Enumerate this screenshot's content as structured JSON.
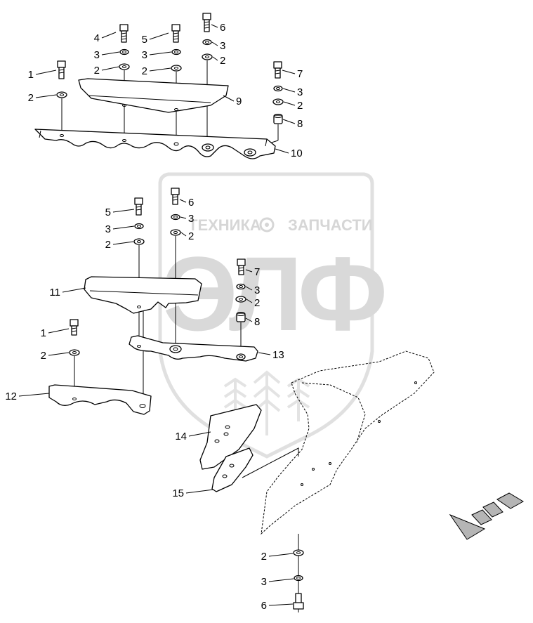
{
  "watermark": {
    "left_word": "ТЕХНИКА",
    "right_word": "ЗАПЧАСТИ",
    "logo": "ЭЛФ"
  },
  "callouts": {
    "top": [
      "4",
      "3",
      "2",
      "5",
      "3",
      "2",
      "6",
      "3",
      "2",
      "1",
      "2",
      "9",
      "7",
      "3",
      "2",
      "8",
      "10"
    ],
    "middle": [
      "6",
      "3",
      "2",
      "5",
      "3",
      "2",
      "7",
      "3",
      "2",
      "8",
      "11",
      "1",
      "2",
      "13",
      "12"
    ],
    "bottom": [
      "14",
      "15",
      "2",
      "3",
      "6"
    ]
  },
  "colors": {
    "line": "#000000",
    "watermark": "#d6d6d6",
    "arrow_fill": "#b0b0b0"
  },
  "icons": {
    "direction": "direction-arrow-icon",
    "gear": "gear-icon"
  }
}
